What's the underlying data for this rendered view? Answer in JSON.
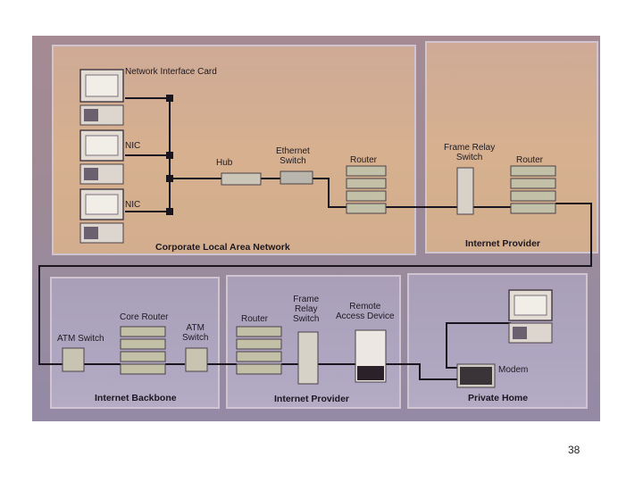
{
  "slide": {
    "page_number": "38"
  },
  "top_row": {
    "corporate_lan": {
      "title": "Corporate Local Area Network",
      "labels": {
        "nic_full": "Network Interface Card",
        "nic_2": "NIC",
        "nic_3": "NIC",
        "hub": "Hub",
        "ethernet_switch": "Ethernet\nSwitch",
        "router": "Router"
      }
    },
    "internet_provider": {
      "title": "Internet Provider",
      "labels": {
        "frame_relay_switch": "Frame Relay\nSwitch",
        "router": "Router"
      }
    }
  },
  "bottom_row": {
    "internet_backbone": {
      "title": "Internet Backbone",
      "labels": {
        "atm_switch_1": "ATM Switch",
        "core_router": "Core Router",
        "atm_switch_2": "ATM\nSwitch"
      }
    },
    "internet_provider": {
      "title": "Internet Provider",
      "labels": {
        "router": "Router",
        "frame_relay_switch": "Frame\nRelay\nSwitch",
        "remote_access_device": "Remote\nAccess Device"
      }
    },
    "private_home": {
      "title": "Private Home",
      "labels": {
        "modem": "Modem"
      }
    }
  }
}
